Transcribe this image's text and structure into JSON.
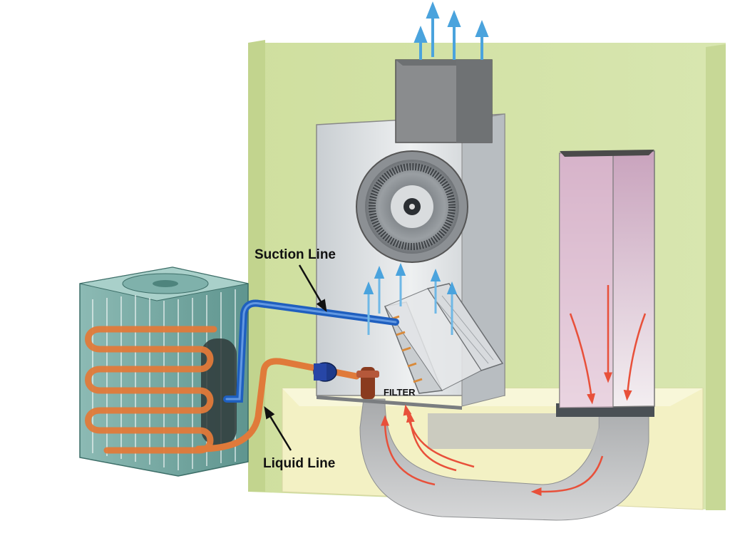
{
  "labels": {
    "suction_line": "Suction Line",
    "liquid_line": "Liquid Line",
    "filter": "FILTER"
  },
  "colors": {
    "wall": "#d3e3a6",
    "wall_dark": "#b7c98a",
    "floor_plenum": "#f3f1c4",
    "furnace_panel": "#d9dde0",
    "blower_housing": "#7a7d80",
    "condenser_body": "#6fa7a0",
    "refrigerant_tube": "#e07a3a",
    "suction_tube": "#1f5fbf",
    "cool_air": "#6fb8e6",
    "return_air": "#e8503a",
    "return_duct": "#e9c9d9",
    "supply_duct": "#8a8c8e"
  },
  "icons": [
    "condenser-fan-icon",
    "blower-wheel-icon",
    "expansion-valve-icon",
    "filter-drier-icon"
  ]
}
